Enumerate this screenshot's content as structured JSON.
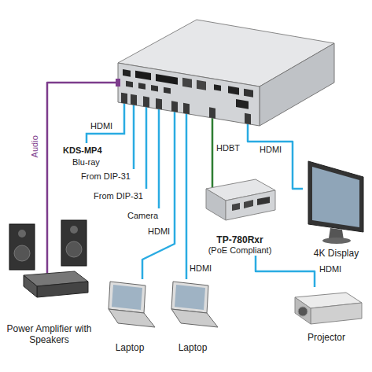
{
  "diagram": {
    "nodes": [
      {
        "text": []
      },
      {
        "text": [
          "Power Amplifier with Speakers"
        ]
      },
      {
        "text": [
          "Laptop"
        ]
      },
      {
        "text": [
          "Laptop"
        ]
      },
      {
        "text": [
          "Projector"
        ]
      },
      {
        "text": [
          "4K Display"
        ]
      },
      {
        "text": [
          "TP-780Rxr",
          "(PoE Compliant)"
        ]
      }
    ],
    "edges": [
      {
        "from": 0,
        "to": 1,
        "label": "Audio",
        "arrow": "none"
      },
      {
        "from": 0,
        "to": 2,
        "label": "HDMI",
        "arrow": "none"
      },
      {
        "from": 0,
        "to": 3,
        "label": "HDMI",
        "arrow": "none"
      },
      {
        "from": 0,
        "to": 6,
        "label": "HDBT",
        "arrow": "none"
      },
      {
        "from": 0,
        "to": 5,
        "label": "HDMI",
        "arrow": "none"
      },
      {
        "from": 6,
        "to": 4,
        "label": "HDMI",
        "arrow": "none"
      }
    ],
    "labels": [
      "HDMI",
      "KDS-MP4",
      "Blu-ray",
      "From DIP-31",
      "From DIP-31",
      "Camera"
    ]
  }
}
